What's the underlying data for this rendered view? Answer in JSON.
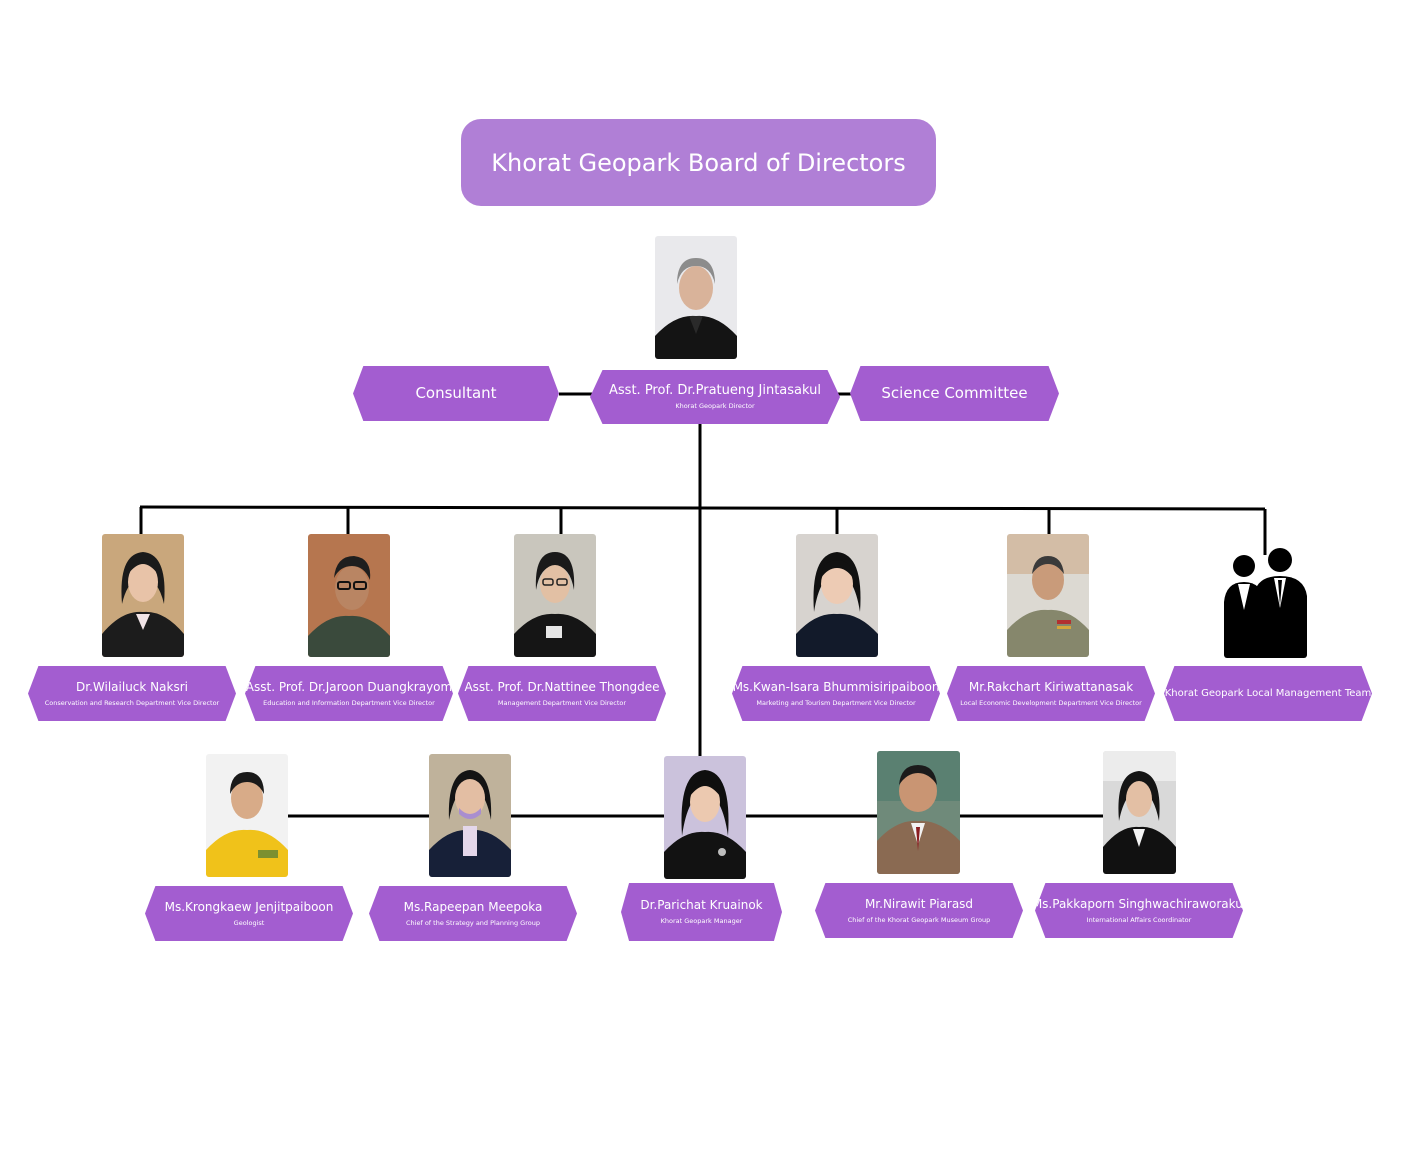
{
  "title": "Khorat Geopark Board of Directors",
  "side_boxes": {
    "consultant": "Consultant",
    "science_committee": "Science Committee"
  },
  "director": {
    "name": "Asst. Prof. Dr.Pratueng  Jintasakul",
    "role": "Khorat Geopark Director"
  },
  "vice_directors": [
    {
      "name": "Dr.Wilailuck  Naksri",
      "role": "Conservation and Research Department Vice Director"
    },
    {
      "name": "Asst. Prof. Dr.Jaroon  Duangkrayom",
      "role": "Education and Information Department Vice Director"
    },
    {
      "name": "Asst. Prof. Dr.Nattinee  Thongdee",
      "role": "Management Department Vice Director"
    },
    {
      "name": "Ms.Kwan-Isara  Bhummisiripaiboon",
      "role": "Marketing and Tourism Department Vice Director"
    },
    {
      "name": "Mr.Rakchart  Kiriwattanasak",
      "role": "Local Economic Development Department Vice Director"
    },
    {
      "name": "Khorat Geopark Local Management Team",
      "role": ""
    }
  ],
  "staff": [
    {
      "name": "Ms.Krongkaew  Jenjitpaiboon",
      "role": "Geologist"
    },
    {
      "name": "Ms.Rapeepan  Meepoka",
      "role": "Chief of the Strategy and Planning Group"
    },
    {
      "name": "Dr.Parichat  Kruainok",
      "role": "Khorat Geopark Manager"
    },
    {
      "name": "Mr.Nirawit  Piarasd",
      "role": "Chief of the Khorat Geopark Museum Group"
    },
    {
      "name": "Ms.Pakkaporn  Singhwachiraworakul",
      "role": "International Affairs Coordinator"
    }
  ],
  "colors": {
    "title_fill": "#b07fd6",
    "box_fill": "#a35dd0",
    "connector": "#000000"
  },
  "icons": {
    "team_photo": "two-people-silhouette-icon"
  }
}
